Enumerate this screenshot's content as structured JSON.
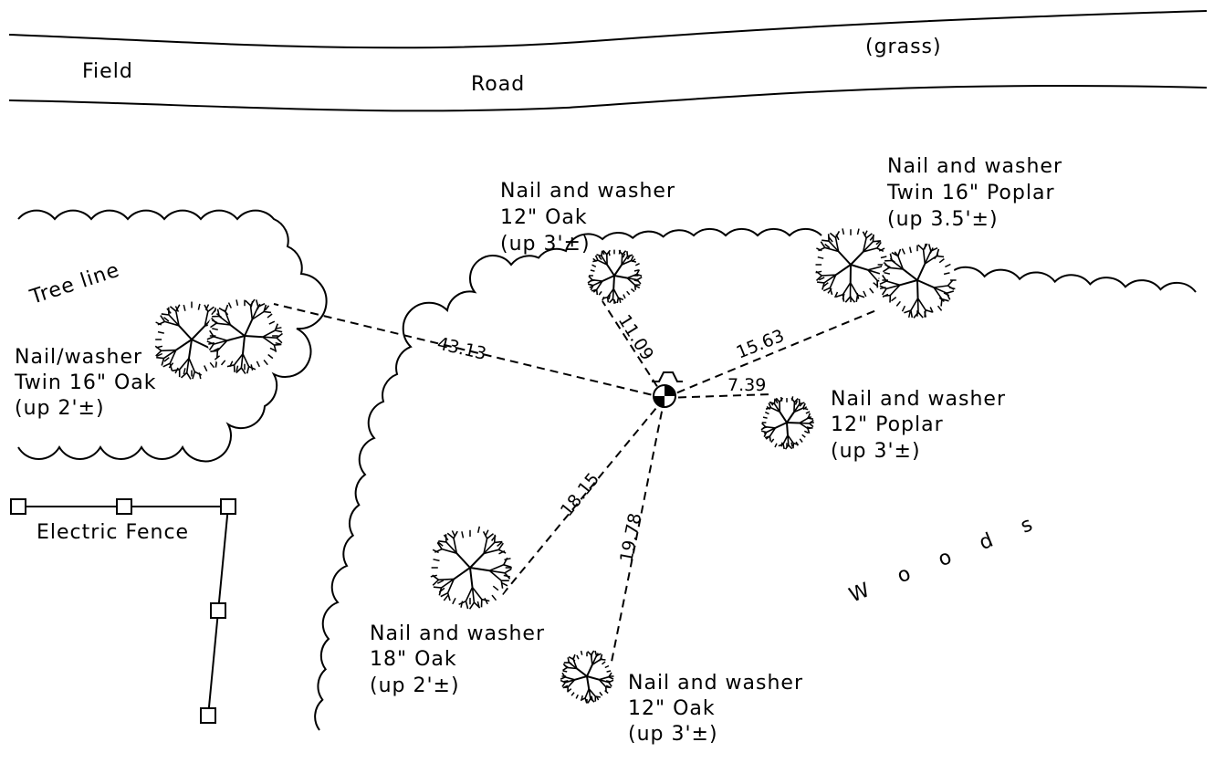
{
  "area_labels": {
    "field": "Field",
    "road": "Road",
    "grass": "(grass)",
    "tree_line": "Tree line",
    "electric_fence": "Electric Fence",
    "woods": "W o o d s"
  },
  "reference_points": [
    {
      "id": "ref-twin-oak",
      "lines": [
        "Nail/washer",
        "Twin 16\" Oak",
        "(up 2'±)"
      ],
      "distance": "43.13"
    },
    {
      "id": "ref-12-oak-north",
      "lines": [
        "Nail and washer",
        "12\" Oak",
        "(up 3'±)"
      ],
      "distance": "11.09"
    },
    {
      "id": "ref-twin-poplar",
      "lines": [
        "Nail and washer",
        "Twin 16\" Poplar",
        "(up 3.5'±)"
      ],
      "distance": "15.63"
    },
    {
      "id": "ref-12-poplar",
      "lines": [
        "Nail and washer",
        "12\" Poplar",
        "(up 3'±)"
      ],
      "distance": "7.39"
    },
    {
      "id": "ref-18-oak",
      "lines": [
        "Nail and washer",
        "18\" Oak",
        "(up 2'±)"
      ],
      "distance": "18.15"
    },
    {
      "id": "ref-12-oak-south",
      "lines": [
        "Nail and washer",
        "12\" Oak",
        "(up 3'±)"
      ],
      "distance": "19.78"
    }
  ]
}
